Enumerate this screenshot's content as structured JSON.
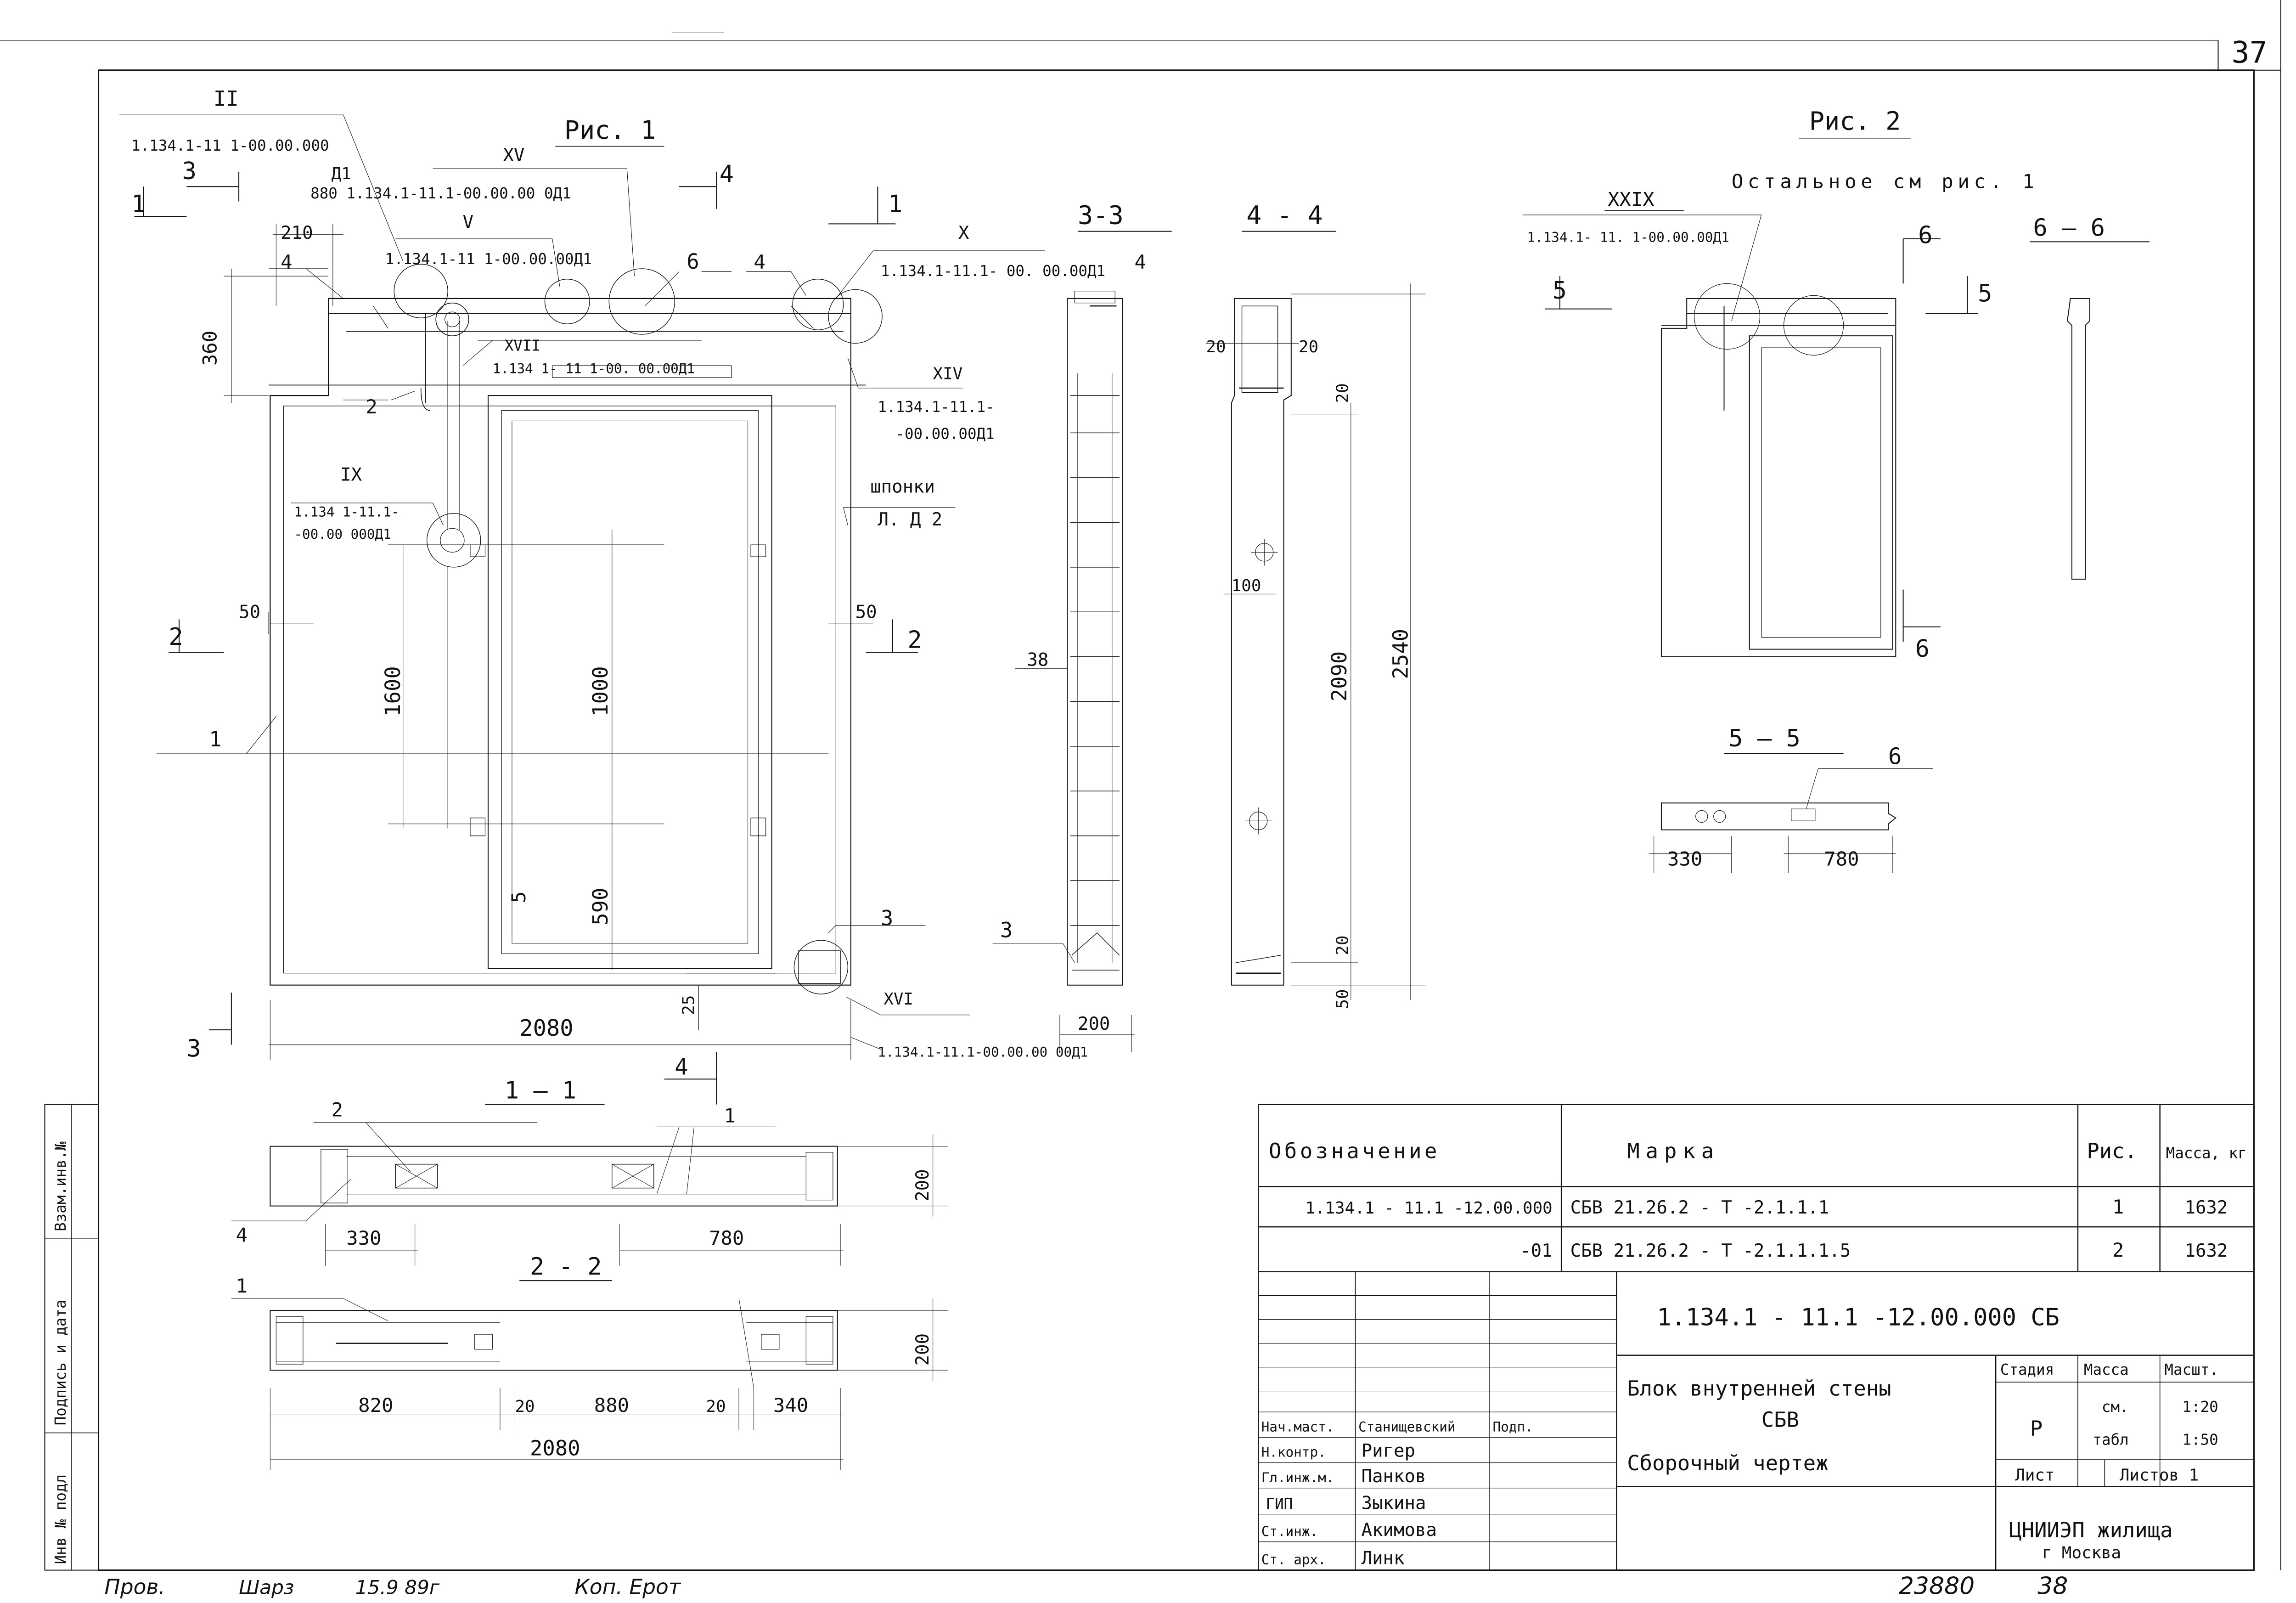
{
  "sheet_number": "37",
  "figure1": {
    "title": "Рис. 1",
    "callouts": {
      "II": "II",
      "II_ref": "1.134.1-11 1-00.00.000",
      "II_sub": "Д1",
      "XV": "XV",
      "XV_ref": "880 1.134.1-11.1-00.00.00 0Д1",
      "V": "V",
      "V_ref": "1.134.1-11 1-00.00.00Д1",
      "X": "X",
      "X_ref": "1.134.1-11.1- 00. 00.00Д1",
      "XVII": "XVII",
      "XVII_ref": "1.134 1- 11 1-00. 00.00Д1",
      "XIV": "XIV",
      "XIV_ref1": "1.134.1-11.1-",
      "XIV_ref2": "-00.00.00Д1",
      "IX": "IX",
      "IX_ref1": "1.134 1-11.1-",
      "IX_ref2": "-00.00 000Д1",
      "XVI": "XVI",
      "XVI_ref": "1.134.1-11.1-00.00.00 00Д1"
    },
    "keys": {
      "shponki": "шпонки",
      "shponki_ref": "Л. Д 2"
    },
    "section_marks": {
      "s1": "1",
      "s2": "2",
      "s3": "3",
      "s4": "4"
    },
    "positions": {
      "p1": "1",
      "p2": "2",
      "p3": "3",
      "p4": "4",
      "p5": "5",
      "p6": "6"
    },
    "dimensions": {
      "d210": "210",
      "d360": "360",
      "d50": "50",
      "d1600": "1600",
      "d1000": "1000",
      "d590": "590",
      "d2080": "2080",
      "d25": "25",
      "d200": "200"
    }
  },
  "section33": {
    "title": "3-3",
    "d38": "38",
    "p3": "3",
    "p4": "4"
  },
  "section44": {
    "title": "4 - 4",
    "d20a": "20",
    "d20b": "20",
    "d20c": "20",
    "d100": "100",
    "d2090": "2090",
    "d2540": "2540",
    "d20d": "20",
    "d50": "50"
  },
  "figure2": {
    "title": "Рис. 2",
    "note": "Остальное см рис. 1",
    "XXIX": "XXIX",
    "XXIX_ref": "1.134.1- 11. 1-00.00.00Д1",
    "mark5": "5",
    "mark6": "6"
  },
  "section66": {
    "title": "6 — 6"
  },
  "section55": {
    "title": "5 — 5",
    "p6": "6",
    "d330": "330",
    "d780": "780"
  },
  "section11": {
    "title": "1 — 1",
    "p2": "2",
    "p1": "1",
    "p4": "4",
    "d330": "330",
    "d780": "780",
    "d200": "200"
  },
  "section22": {
    "title": "2 - 2",
    "p1": "1",
    "d820": "820",
    "d20a": "20",
    "d880": "880",
    "d20b": "20",
    "d340": "340",
    "d2080": "2080",
    "d200": "200"
  },
  "spec_table": {
    "headers": {
      "designation": "Обозначение",
      "mark": "Марка",
      "fig": "Рис.",
      "mass": "Масса, кг"
    },
    "rows": [
      {
        "designation": "1.134.1 - 11.1 -12.00.000",
        "mark": "СБВ 21.26.2 - Т -2.1.1.1",
        "fig": "1",
        "mass": "1632"
      },
      {
        "designation": "-01",
        "mark": "СБВ 21.26.2 - Т -2.1.1.1.5",
        "fig": "2",
        "mass": "1632"
      }
    ]
  },
  "title_block": {
    "doc_code": "1.134.1 - 11.1 -12.00.000 СБ",
    "name_line1": "Блок внутренней стены",
    "name_line2": "СБВ",
    "name_line3": "Сборочный чертеж",
    "stage_h": "Стадия",
    "mass_h": "Масса",
    "scale_h": "Масшт.",
    "stage_v": "Р",
    "mass_v1": "см.",
    "mass_v2": "табл",
    "scale_v1": "1:20",
    "scale_v2": "1:50",
    "sheet_h": "Лист",
    "sheets_h": "Листов 1",
    "org1": "ЦНИИЭП жилища",
    "org2": "г Москва",
    "staff": [
      {
        "role": "Нач.маст.",
        "name": "Станищевский",
        "sign": "Подп."
      },
      {
        "role": "Н.контр.",
        "name": "Ригер",
        "sign": ""
      },
      {
        "role": "Гл.инж.м.",
        "name": "Панков",
        "sign": ""
      },
      {
        "role": "ГИП",
        "name": "Зыкина",
        "sign": ""
      },
      {
        "role": "Ст.инж.",
        "name": "Акимова",
        "sign": ""
      },
      {
        "role": "Ст. арх.",
        "name": "Линк",
        "sign": ""
      }
    ]
  },
  "side_stamp": {
    "c1": "Взам.инв.№",
    "c2": "Подпись и дата",
    "c3": "Инв № подл"
  },
  "footer": {
    "checked": "Пров.",
    "signer": "Шарз",
    "date": "15.9 89г",
    "copied": "Коп. Ерот",
    "archive": "23880",
    "page": "38"
  }
}
